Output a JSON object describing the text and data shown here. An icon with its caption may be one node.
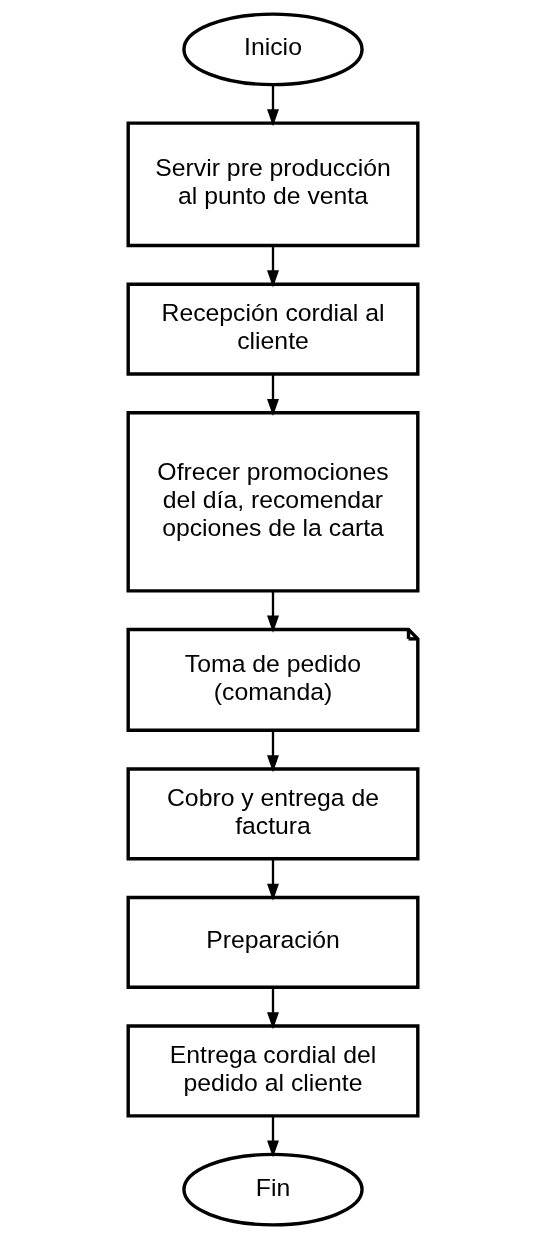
{
  "diagram": {
    "nodes": [
      {
        "text": [
          "Inicio"
        ]
      },
      {
        "text": [
          "Servir pre producción al punto de venta"
        ]
      },
      {
        "text": [
          "Recepción cordial al cliente"
        ]
      },
      {
        "text": [
          "Ofrecer promociones del día, recomendar opciones de la carta"
        ]
      },
      {
        "text": [
          "Toma de pedido (comanda)"
        ]
      },
      {
        "text": [
          "Cobro y entrega de factura"
        ]
      },
      {
        "text": [
          "Preparación"
        ]
      },
      {
        "text": [
          "Entrega cordial del pedido al cliente"
        ]
      },
      {
        "text": [
          "Fin"
        ]
      }
    ],
    "edges": [
      {
        "from": 0,
        "to": 1,
        "arrow": "to"
      },
      {
        "from": 1,
        "to": 2,
        "arrow": "to"
      },
      {
        "from": 2,
        "to": 3,
        "arrow": "to"
      },
      {
        "from": 3,
        "to": 4,
        "arrow": "to"
      },
      {
        "from": 4,
        "to": 5,
        "arrow": "to"
      },
      {
        "from": 5,
        "to": 6,
        "arrow": "to"
      },
      {
        "from": 6,
        "to": 7,
        "arrow": "to"
      },
      {
        "from": 7,
        "to": 8,
        "arrow": "to"
      }
    ]
  }
}
